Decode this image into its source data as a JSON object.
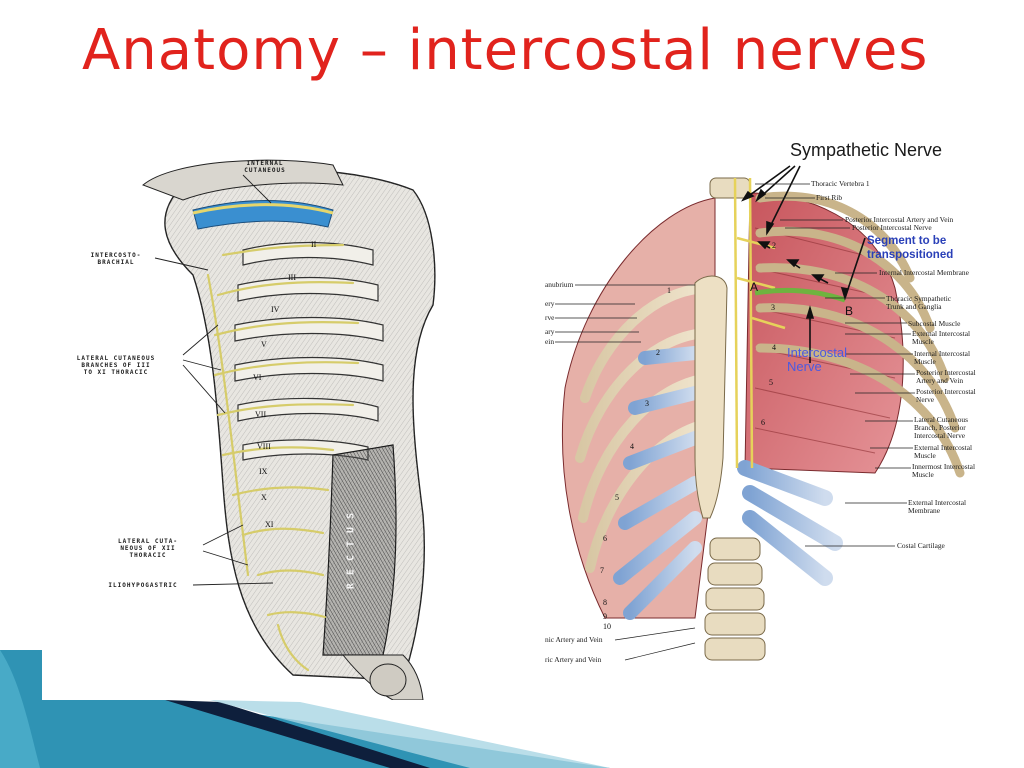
{
  "slide": {
    "title": "Anatomy – intercostal nerves"
  },
  "left_figure": {
    "labels": {
      "internal_cutaneous": "INTERNAL\nCUTANEOUS",
      "intercosto_brachial": "INTERCOSTO-\nBRACHIAL",
      "lateral_cutaneous": "LATERAL CUTANEOUS\nBRANCHES OF III\nTO XI THORACIC",
      "lateral_cutaneous_xii": "LATERAL CUTA-\nNEOUS OF XII\nTHORACIC",
      "iliohypogastric": "ILIOHYPOGASTRIC",
      "rectus": "R E C T U S"
    },
    "rib_numerals": [
      "II",
      "III",
      "IV",
      "V",
      "VI",
      "VII",
      "VIII",
      "IX",
      "X",
      "XI"
    ]
  },
  "right_figure": {
    "heading": "Sympathetic Nerve",
    "segment_label": "Segment to be\ntranspositioned",
    "intercostal_nerve": "Intercostal\nNerve",
    "marker_a": "A",
    "marker_b": "B",
    "right_labels": [
      "Thoracic Vertebra 1",
      "First Rib",
      "Posterior Intercostal Artery and Vein",
      "Posterior Intercostal Nerve",
      "Internal Intercostal Membrane",
      "Thoracic Sympathetic\nTrunk and Ganglia",
      "Subcostal Muscle",
      "External Intercostal\nMuscle",
      "Internal Intercostal\nMuscle",
      "Posterior Intercostal\nArtery and Vein",
      "Posterior Intercostal\nNerve",
      "Lateral Cutaneous\nBranch, Posterior\nIntercostal Nerve",
      "External Intercostal\nMuscle",
      "Innermost Intercostal\nMuscle",
      "External Intercostal\nMembrane",
      "Costal Cartilage"
    ],
    "left_labels": [
      "anubrium",
      "ery",
      "rve",
      "ary",
      "ein",
      "nic Artery and Vein",
      "ric Artery and Vein"
    ],
    "rib_numbers": [
      "1",
      "2",
      "3",
      "4",
      "5",
      "6",
      "7",
      "8",
      "9",
      "10"
    ],
    "inner_numbers": [
      "2",
      "3",
      "4",
      "5",
      "6"
    ]
  },
  "colors": {
    "title": "#e1231d",
    "deco_teal": "#2f93b4",
    "deco_navy": "#0e1f3c",
    "nerve_yellow": "#d6cc6a",
    "blue_label": "#2a40b8"
  }
}
